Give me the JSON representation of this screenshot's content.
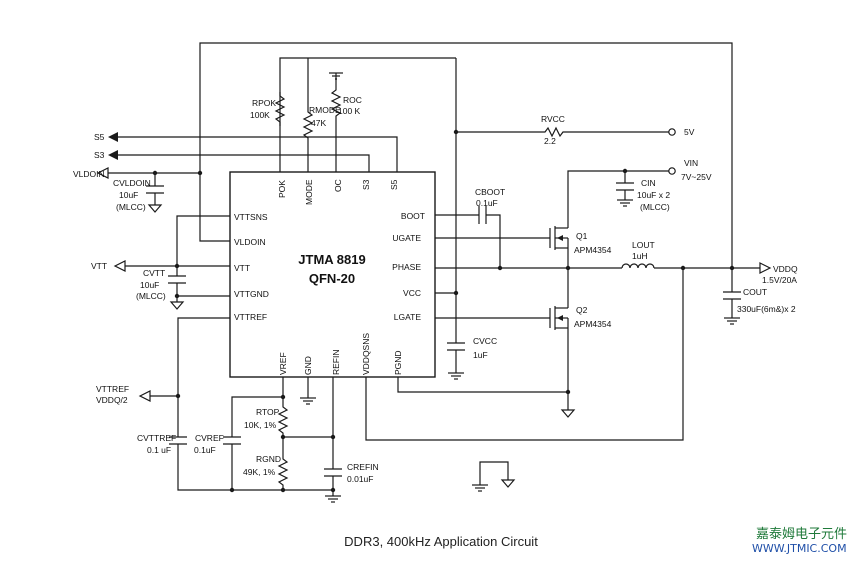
{
  "chip": {
    "name": "JTMA 8819",
    "package": "QFN-20"
  },
  "pins": {
    "left": [
      "VTTSNS",
      "VLDOIN",
      "VTT",
      "VTTGND",
      "VTTREF"
    ],
    "right": [
      "BOOT",
      "UGATE",
      "PHASE",
      "VCC",
      "LGATE"
    ],
    "top": [
      "POK",
      "MODE",
      "OC",
      "S3",
      "S5"
    ],
    "bottom": [
      "VREF",
      "GND",
      "REFIN",
      "VDDQSNS",
      "PGND"
    ]
  },
  "nets": {
    "s5": "S5",
    "s3": "S3",
    "vldoin": "VLDOIN",
    "vtt": "VTT",
    "vttref": "VTTREF",
    "vttref2": "VDDQ/2",
    "v5": "5V",
    "vin": "VIN",
    "vin_range": "7V~25V",
    "vddq": "VDDQ",
    "vddq_spec": "1.5V/20A"
  },
  "components": {
    "rpok": {
      "name": "RPOK",
      "value": "100K"
    },
    "rmode": {
      "name": "RMODE",
      "value": "47K"
    },
    "roc": {
      "name": "ROC",
      "value": "100 K"
    },
    "rvcc": {
      "name": "RVCC",
      "value": "2.2"
    },
    "cvldoin": {
      "name": "CVLDOIN",
      "value": "10uF",
      "note": "(MLCC)"
    },
    "cvtt": {
      "name": "CVTT",
      "value": "10uF",
      "note": "(MLCC)"
    },
    "cboot": {
      "name": "CBOOT",
      "value": "0.1uF"
    },
    "cin": {
      "name": "CIN",
      "value": "10uF x 2",
      "note": "(MLCC)"
    },
    "q1": {
      "name": "Q1",
      "part": "APM4354"
    },
    "q2": {
      "name": "Q2",
      "part": "APM4354"
    },
    "lout": {
      "name": "LOUT",
      "value": "1uH"
    },
    "cout": {
      "name": "COUT",
      "value": "330uF(6m&)x 2"
    },
    "cvcc": {
      "name": "CVCC",
      "value": "1uF"
    },
    "rtop": {
      "name": "RTOP",
      "value": "10K, 1%"
    },
    "rgnd": {
      "name": "RGND",
      "value": "49K, 1%"
    },
    "crefin": {
      "name": "CREFIN",
      "value": "0.01uF"
    },
    "cvttref": {
      "name": "CVTTREF",
      "value": "0.1 uF"
    },
    "cvref": {
      "name": "CVREF",
      "value": "0.1uF"
    }
  },
  "caption": "DDR3, 400kHz Application Circuit",
  "watermark": {
    "cn": "嘉泰姆电子元件",
    "url": "WWW.JTMIC.COM"
  }
}
